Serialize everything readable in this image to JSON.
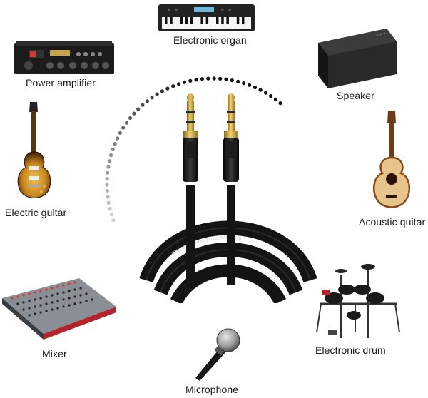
{
  "cable_print": "LOW NOISE NOCONDUCTIVE CABLE",
  "devices": [
    {
      "id": "electronic-organ",
      "label": "Electronic organ",
      "icon": "keyboard-icon"
    },
    {
      "id": "power-amplifier",
      "label": "Power amplifier",
      "icon": "amplifier-icon"
    },
    {
      "id": "speaker",
      "label": "Speaker",
      "icon": "speaker-icon"
    },
    {
      "id": "electric-guitar",
      "label": "Electric guitar",
      "icon": "electric-guitar-icon"
    },
    {
      "id": "acoustic-guitar",
      "label": "Acoustic quitar",
      "icon": "acoustic-guitar-icon"
    },
    {
      "id": "mixer",
      "label": "Mixer",
      "icon": "mixer-icon"
    },
    {
      "id": "electronic-drum",
      "label": "Electronic drum",
      "icon": "drum-kit-icon"
    },
    {
      "id": "microphone",
      "label": "Microphone",
      "icon": "microphone-icon"
    }
  ],
  "colors": {
    "plug_gold": "#d4a72c",
    "cable_black": "#141414",
    "dot_dark": "#111111",
    "dot_light": "#cfcfcf",
    "guitar_sunburst": "#c8861e",
    "acoustic_body": "#e7c48c",
    "mixer_red": "#b3242c"
  }
}
